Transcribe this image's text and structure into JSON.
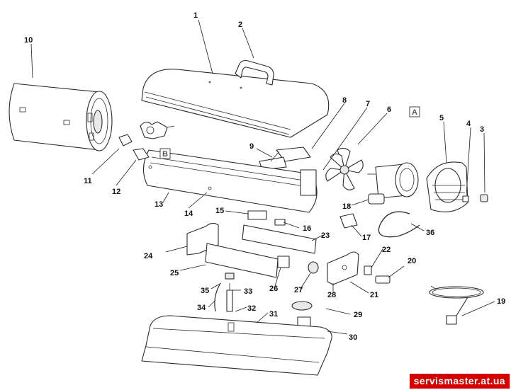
{
  "diagram": {
    "callouts": [
      "1",
      "2",
      "3",
      "4",
      "5",
      "6",
      "7",
      "8",
      "9",
      "10",
      "11",
      "12",
      "13",
      "14",
      "15",
      "16",
      "17",
      "18",
      "19",
      "20",
      "21",
      "22",
      "23",
      "24",
      "25",
      "26",
      "27",
      "28",
      "29",
      "30",
      "31",
      "32",
      "33",
      "34",
      "35",
      "36"
    ],
    "reference_labels": [
      "A",
      "B"
    ],
    "watermark": "servismaster.at.ua"
  },
  "colors": {
    "line": "#2a2a2a",
    "watermark_bg": "#d40000",
    "watermark_text": "#ffffff"
  }
}
